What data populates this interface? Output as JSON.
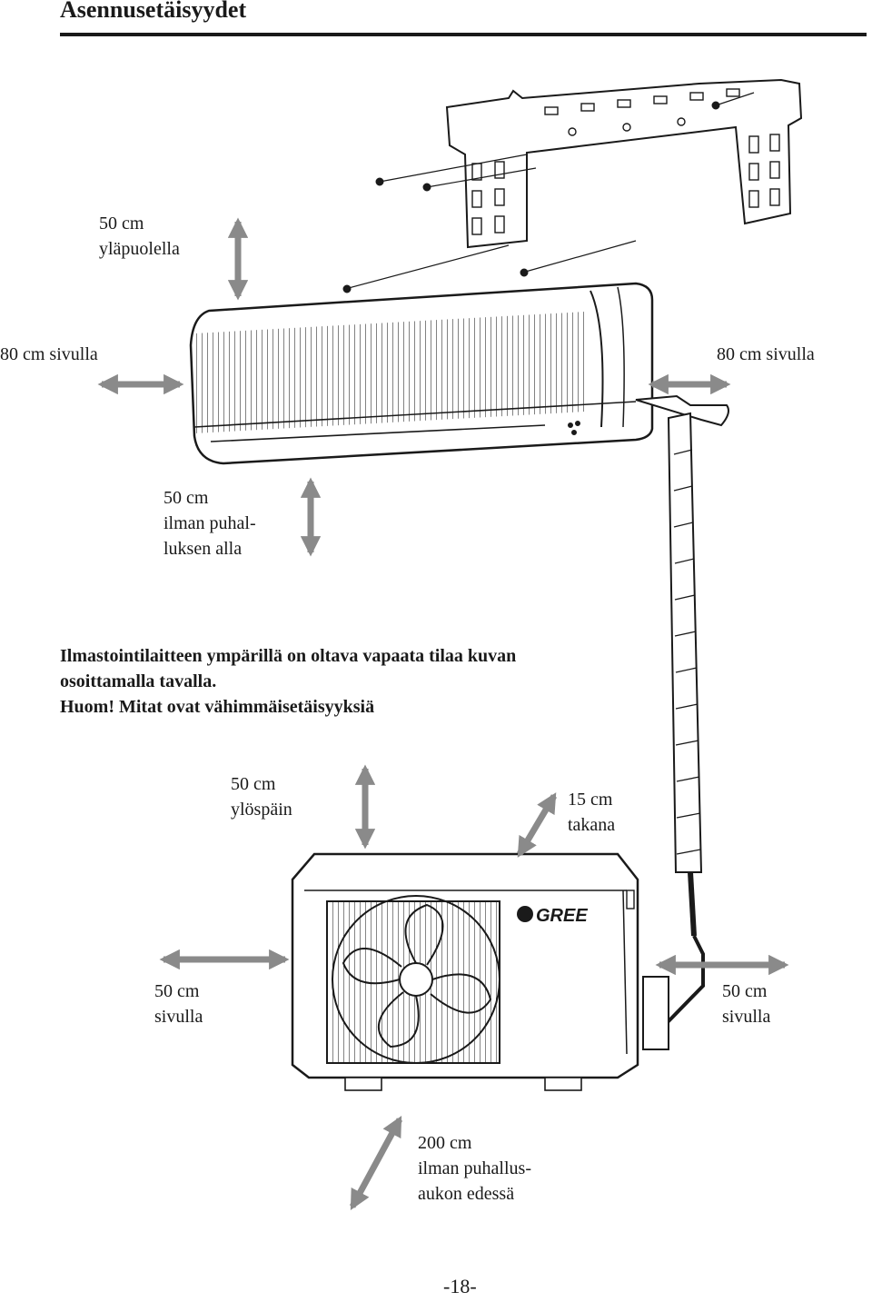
{
  "header": {
    "title": "Asennusetäisyydet"
  },
  "indoor": {
    "above": [
      "50 cm",
      "yläpuolella"
    ],
    "left": "80 cm sivulla",
    "right": "80 cm sivulla",
    "below": [
      "50 cm",
      "ilman puhal-",
      "luksen alla"
    ]
  },
  "note": {
    "lines": [
      "Ilmastointilaitteen ympärillä on oltava vapaata tilaa kuvan",
      "osoittamalla tavalla.",
      "Huom! Mitat ovat vähimmäisetäisyyksiä"
    ]
  },
  "outdoor": {
    "up": [
      "50 cm",
      "ylöspäin"
    ],
    "back": [
      "15 cm",
      "takana"
    ],
    "left": [
      "50 cm",
      "sivulla"
    ],
    "right": [
      "50 cm",
      "sivulla"
    ],
    "front": [
      "200 cm",
      "ilman puhallus-",
      "aukon edessä"
    ],
    "brand": "GREE"
  },
  "footer": {
    "page_number": "-18-"
  },
  "colors": {
    "arrow": "#8a8a8a",
    "ink": "#1a1a1a"
  }
}
